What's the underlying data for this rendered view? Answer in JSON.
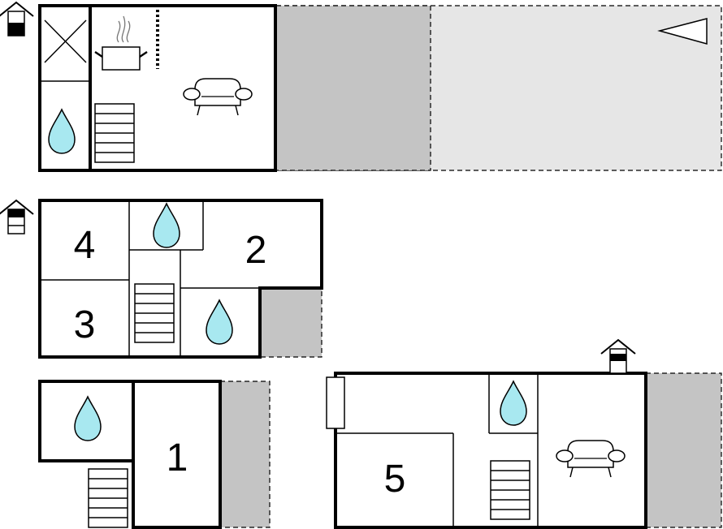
{
  "colors": {
    "terrace_dark": "#c4c4c4",
    "terrace_light": "#e6e6e6",
    "water_drop": "#a8e8f0",
    "walls": "#000000"
  },
  "icons": [
    "house-level-icon",
    "bathroom-drop-icon",
    "staircase-icon",
    "cooking-pot-icon",
    "sofa-icon",
    "fireplace-icon",
    "north-arrow-icon"
  ],
  "rooms": {
    "room_1": "1",
    "room_2": "2",
    "room_3": "3",
    "room_4": "4",
    "room_5": "5"
  }
}
